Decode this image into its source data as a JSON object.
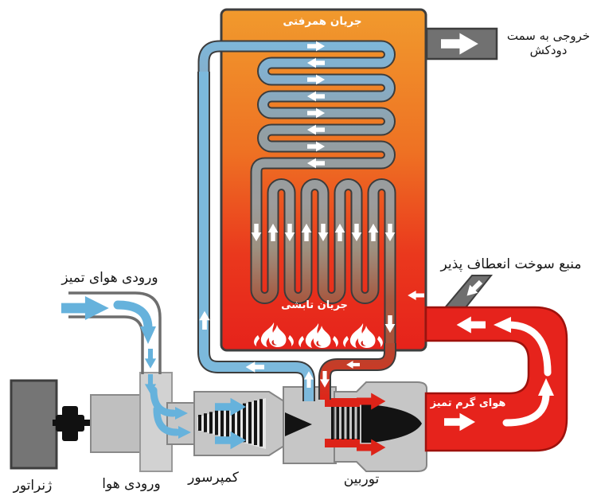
{
  "diagram": {
    "chamber": {
      "convective_flow_label": "جریان همرفتی",
      "radiant_flow_label": "جریان تابشی"
    },
    "exhaust": {
      "label": "خروجی به سمت دودکش"
    },
    "fuel": {
      "label": "منبع سوخت انعطاف پذیر"
    },
    "intake": {
      "label": "ورودی هوای تمیز"
    },
    "hot_air_pipe": {
      "label": "هوای گرم تمیز"
    },
    "machinery": {
      "generator_label": "ژنراتور",
      "air_inlet_label": "ورودی هوا",
      "compressor_label": "کمپرسور",
      "turbine_label": "توربین"
    },
    "colors": {
      "chamber_top": "#F19A2D",
      "chamber_bottom": "#E6221B",
      "cool_air_blue": "#7CB9DC",
      "heated_tube_gray": "#9C9C9C",
      "hot_tube_red": "#AE4A33",
      "hot_air_pipe_red": "#E6231C",
      "duct_gray": "#717171",
      "machinery_gray": "#C6C6C6"
    }
  }
}
